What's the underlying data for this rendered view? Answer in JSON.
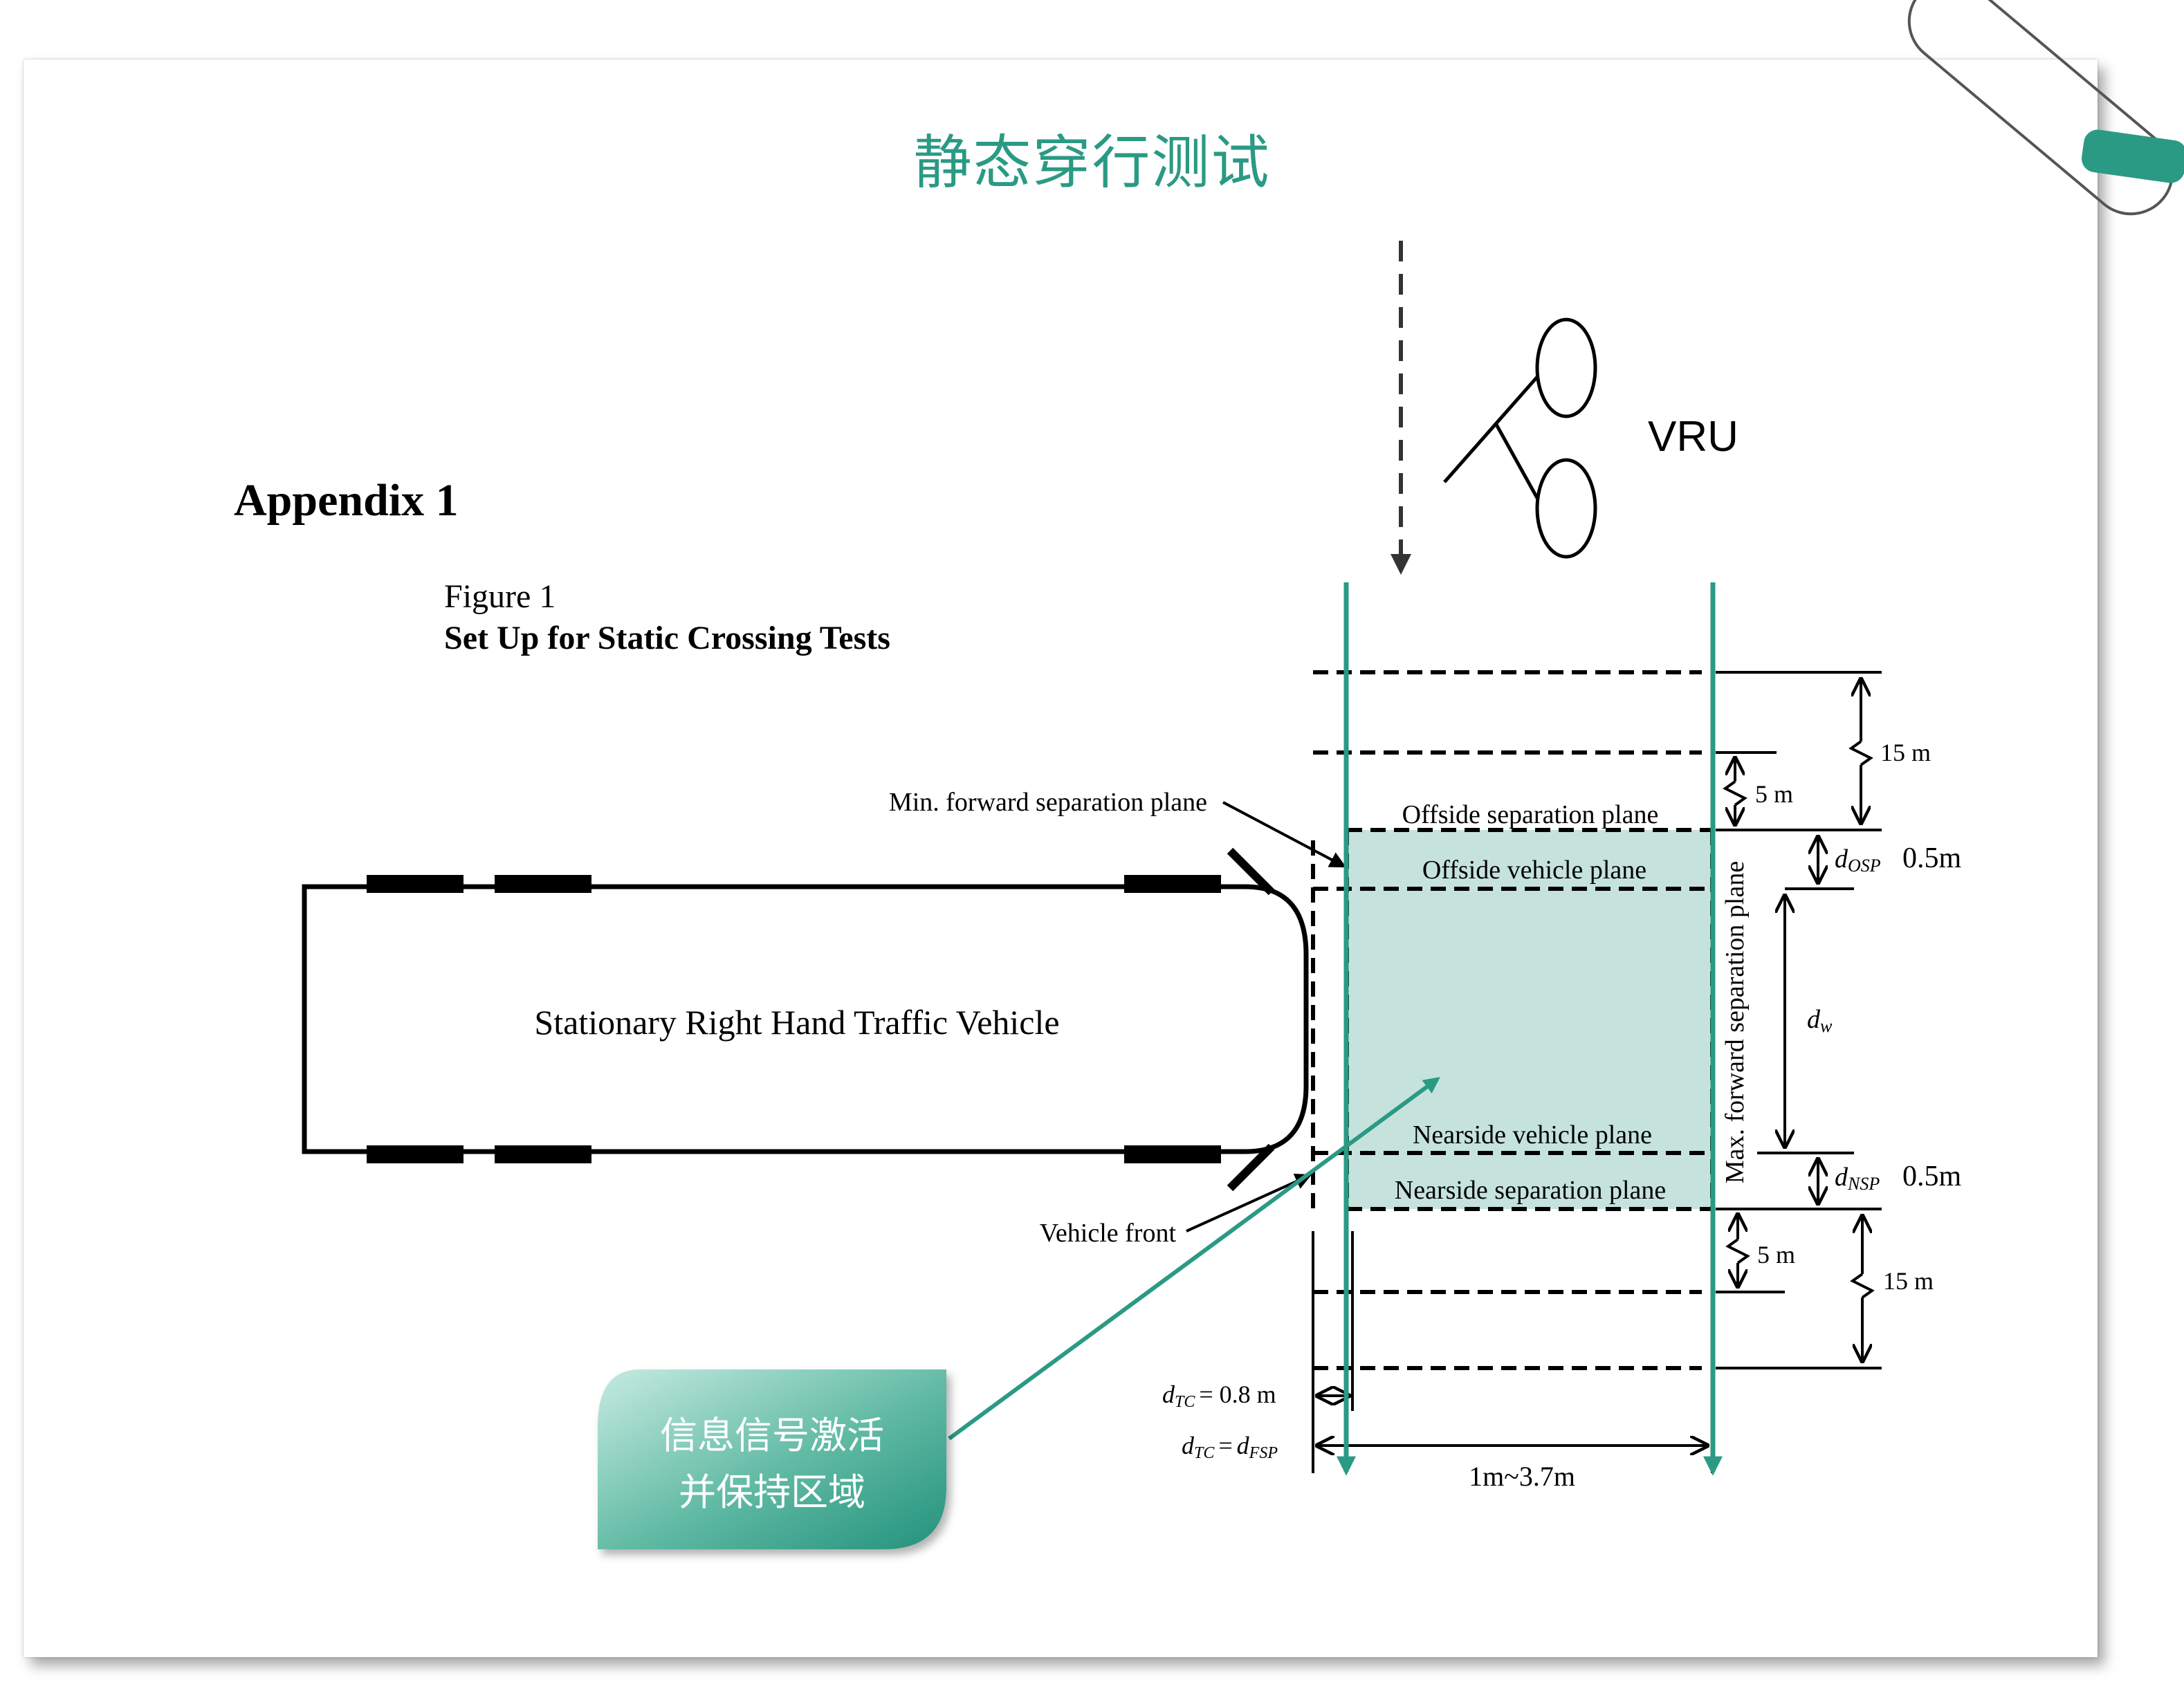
{
  "slide_title": "静态穿行测试",
  "appendix_heading": "Appendix 1",
  "figure_number": "Figure 1",
  "figure_title": "Set Up for Static Crossing Tests",
  "vru_label": "VRU",
  "vehicle_label": "Stationary Right Hand Traffic Vehicle",
  "labels": {
    "min_forward_plane": "Min. forward separation plane",
    "vehicle_front": "Vehicle front",
    "offside_separation_plane": "Offside separation plane",
    "offside_vehicle_plane": "Offside vehicle plane",
    "nearside_vehicle_plane": "Nearside vehicle plane",
    "nearside_separation_plane": "Nearside separation plane",
    "max_forward_plane": "Max. forward separation plane"
  },
  "dimensions": {
    "top_15m": "15 m",
    "top_5m": "5 m",
    "d_osp_symbol": "d",
    "d_osp_sub": "OSP",
    "d_osp_value": "0.5m",
    "dw_symbol": "d",
    "dw_sub": "w",
    "d_nsp_symbol": "d",
    "d_nsp_sub": "NSP",
    "d_nsp_value": "0.5m",
    "bottom_5m": "5 m",
    "bottom_15m": "15 m",
    "dtc_symbol": "d",
    "dtc_sub": "TC",
    "dtc_value": "= 0.8 m",
    "dtc_fsp_eq": "=",
    "dfsp_symbol": "d",
    "dfsp_sub": "FSP",
    "range_label": "1m~3.7m"
  },
  "callout": {
    "line1": "信息信号激活",
    "line2": "并保持区域"
  },
  "colors": {
    "accent": "#2a9a84",
    "zone_fill": "#c5e3dc",
    "callout_light": "#b9e3d8",
    "callout_dark": "#2a9a84"
  }
}
